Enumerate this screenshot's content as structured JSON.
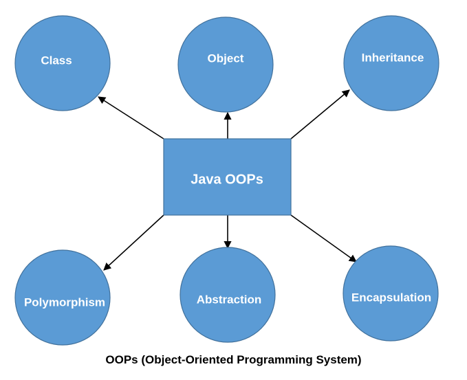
{
  "diagram": {
    "center": {
      "label": "Java OOPs"
    },
    "nodes": [
      {
        "label": "Class"
      },
      {
        "label": "Object"
      },
      {
        "label": "Inheritance"
      },
      {
        "label": "Polymorphism"
      },
      {
        "label": "Abstraction"
      },
      {
        "label": "Encapsulation"
      }
    ],
    "caption": "OOPs (Object-Oriented Programming System)",
    "colors": {
      "node_fill": "#5b9bd5",
      "node_stroke": "#41719c",
      "label": "#ffffff",
      "arrow": "#000000"
    }
  }
}
